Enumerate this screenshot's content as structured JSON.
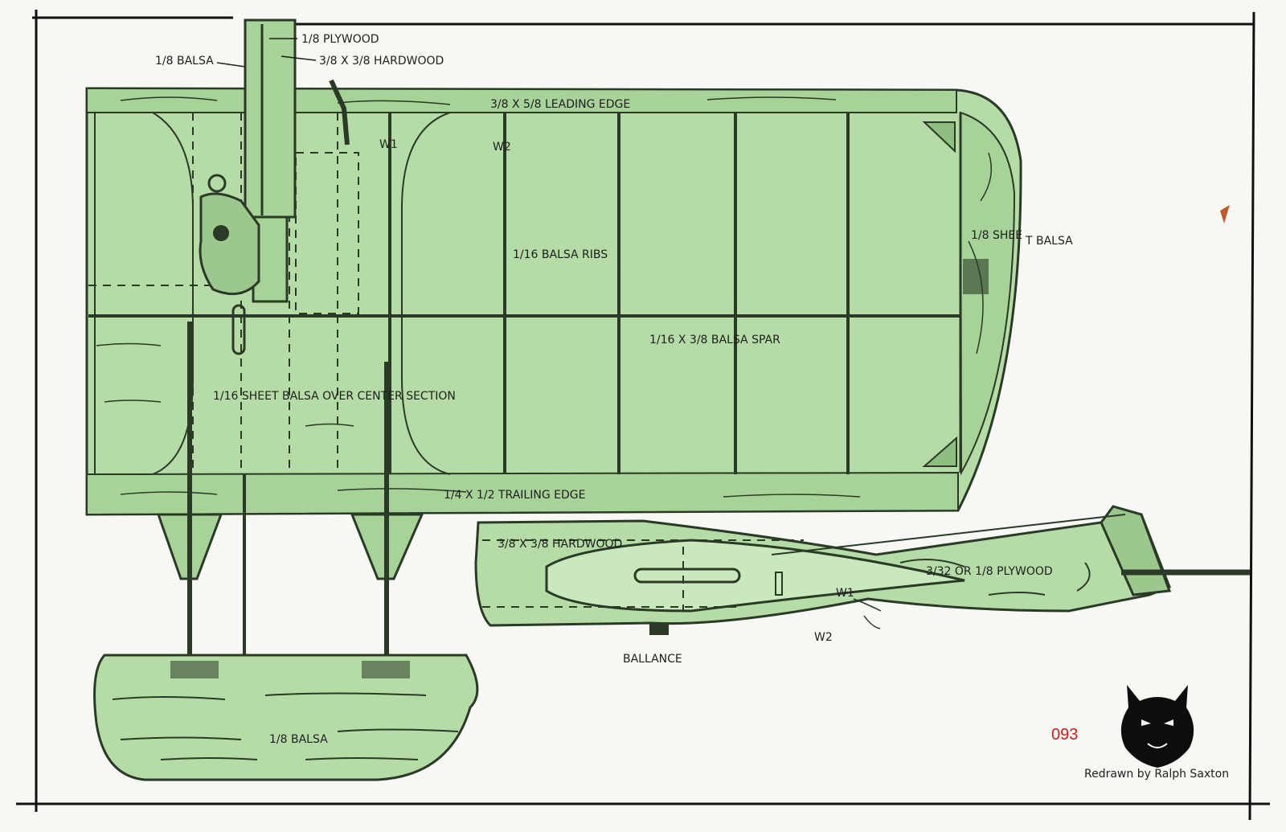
{
  "colors": {
    "paper": "#f7f7f4",
    "fill": "#b5dca6",
    "fill_dark": "#9cc88e",
    "line": "#2a3a26",
    "red": "#d11a1a"
  },
  "labels": {
    "plywood_top": "1/8 PLYWOOD",
    "balsa_top": "1/8 BALSA",
    "hardwood_top": "3/8 X 3/8 HARDWOOD",
    "leading_edge": "3/8 X 5/8 LEADING EDGE",
    "w1": "W1",
    "w2": "W2",
    "ribs": "1/16 BALSA RIBS",
    "sheet_tip_a": "1/8 SHEE",
    "sheet_tip_b": "T BALSA",
    "spar": "1/16 X 3/8 BALSA SPAR",
    "center_sheet": "1/16 SHEET BALSA OVER CENTER SECTION",
    "trailing_edge": "1/4 X 1/2 TRAILING EDGE",
    "hardwood_fuse": "3/8 X 3/8 HARDWOOD",
    "plywood_tail": "3/32 OR 1/8 PLYWOOD",
    "fuse_w1": "W1",
    "fuse_w2": "W2",
    "ballance": "BALLANCE",
    "float_balsa": "1/8 BALSA",
    "plan_number": "093",
    "credit": "Redrawn by Ralph Saxton"
  },
  "icons": {
    "logo": "devil-head-icon"
  }
}
